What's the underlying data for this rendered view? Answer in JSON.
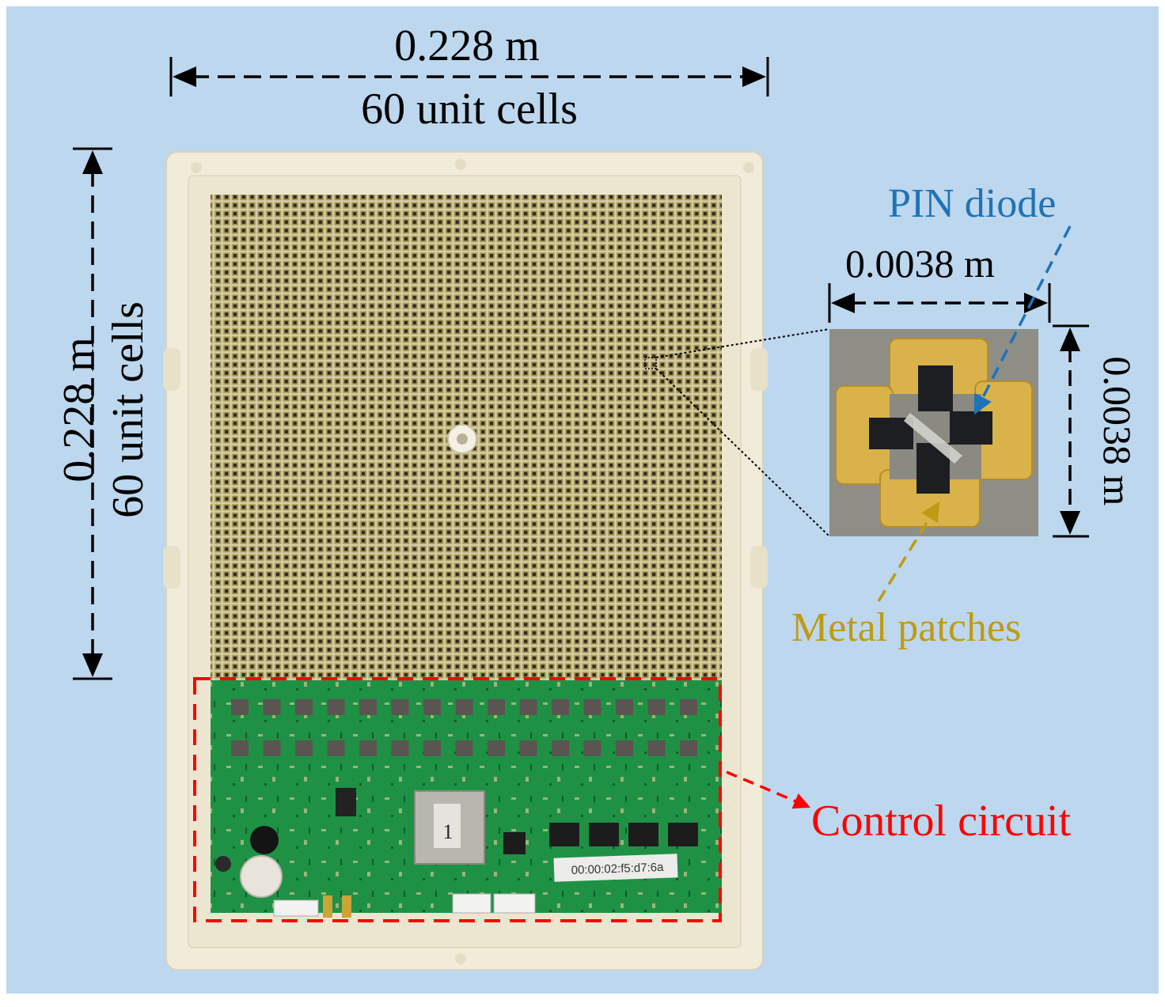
{
  "labels": {
    "top_dimension": "0.228 m",
    "top_cells": "60 unit cells",
    "left_dimension": "0.228 m",
    "left_cells": "60 unit cells",
    "pin_diode": "PIN diode",
    "zoom_width": "0.0038 m",
    "zoom_height": "0.0038 m",
    "metal_patches": "Metal patches",
    "control_circuit": "Control circuit"
  },
  "pcb": {
    "chip_marking": "1",
    "sticker_text": "00:00:02:f5:d7:6a"
  },
  "colors": {
    "background": "#bdd7ee",
    "pin_diode": "#1f73b7",
    "metal_patches": "#c09a12",
    "control_circuit": "#ff0000",
    "frame": "#f1ecd9",
    "pcb_green": "#1f9145",
    "metal_gold": "#d9b34a"
  }
}
